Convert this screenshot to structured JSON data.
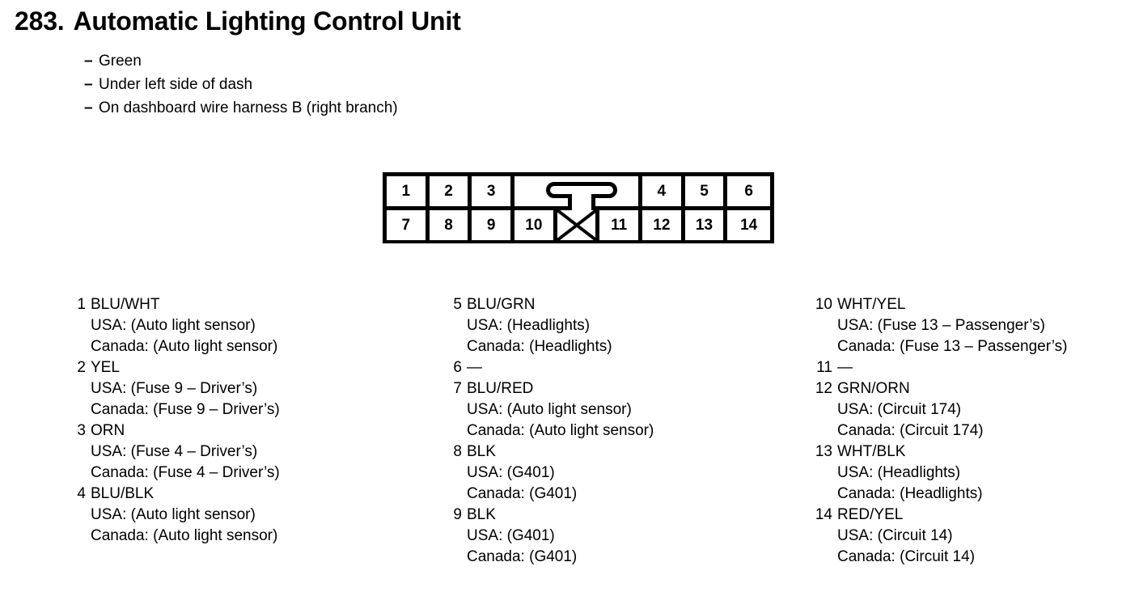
{
  "header": {
    "number": "283.",
    "title": "Automatic Lighting Control Unit",
    "specs": [
      "Green",
      "Under left side of dash",
      "On dashboard wire harness B (right branch)"
    ],
    "dash_marker": "–"
  },
  "connector": {
    "name": "14-pin connector",
    "top_row": [
      "1",
      "2",
      "3",
      "4",
      "5",
      "6"
    ],
    "bottom_row": [
      "7",
      "8",
      "9",
      "10",
      "11",
      "12",
      "13",
      "14"
    ],
    "blank_cell_marker": "X",
    "latch_label": "latch-tab"
  },
  "pins": {
    "column1": [
      {
        "number": "1",
        "wire": "BLU/WHT",
        "usa": "USA: (Auto light sensor)",
        "canada": "Canada: (Auto light sensor)"
      },
      {
        "number": "2",
        "wire": "YEL",
        "usa": "USA: (Fuse 9 – Driver’s)",
        "canada": "Canada: (Fuse 9 – Driver’s)"
      },
      {
        "number": "3",
        "wire": "ORN",
        "usa": "USA: (Fuse 4 – Driver’s)",
        "canada": "Canada: (Fuse 4 – Driver’s)"
      },
      {
        "number": "4",
        "wire": "BLU/BLK",
        "usa": "USA: (Auto light sensor)",
        "canada": "Canada: (Auto light sensor)"
      }
    ],
    "column2": [
      {
        "number": "5",
        "wire": "BLU/GRN",
        "usa": "USA: (Headlights)",
        "canada": "Canada: (Headlights)"
      },
      {
        "number": "6",
        "wire": "—",
        "usa": "",
        "canada": ""
      },
      {
        "number": "7",
        "wire": "BLU/RED",
        "usa": "USA: (Auto light sensor)",
        "canada": "Canada: (Auto light sensor)"
      },
      {
        "number": "8",
        "wire": "BLK",
        "usa": "USA: (G401)",
        "canada": "Canada: (G401)"
      },
      {
        "number": "9",
        "wire": "BLK",
        "usa": "USA: (G401)",
        "canada": "Canada: (G401)"
      }
    ],
    "column3": [
      {
        "number": "10",
        "wire": "WHT/YEL",
        "usa": "USA: (Fuse 13 – Passenger’s)",
        "canada": "Canada: (Fuse 13 – Passenger’s)"
      },
      {
        "number": "11",
        "wire": "—",
        "usa": "",
        "canada": ""
      },
      {
        "number": "12",
        "wire": "GRN/ORN",
        "usa": "USA: (Circuit 174)",
        "canada": "Canada: (Circuit 174)"
      },
      {
        "number": "13",
        "wire": "WHT/BLK",
        "usa": "USA: (Headlights)",
        "canada": "Canada: (Headlights)"
      },
      {
        "number": "14",
        "wire": "RED/YEL",
        "usa": "USA: (Circuit 14)",
        "canada": "Canada: (Circuit 14)"
      }
    ]
  }
}
